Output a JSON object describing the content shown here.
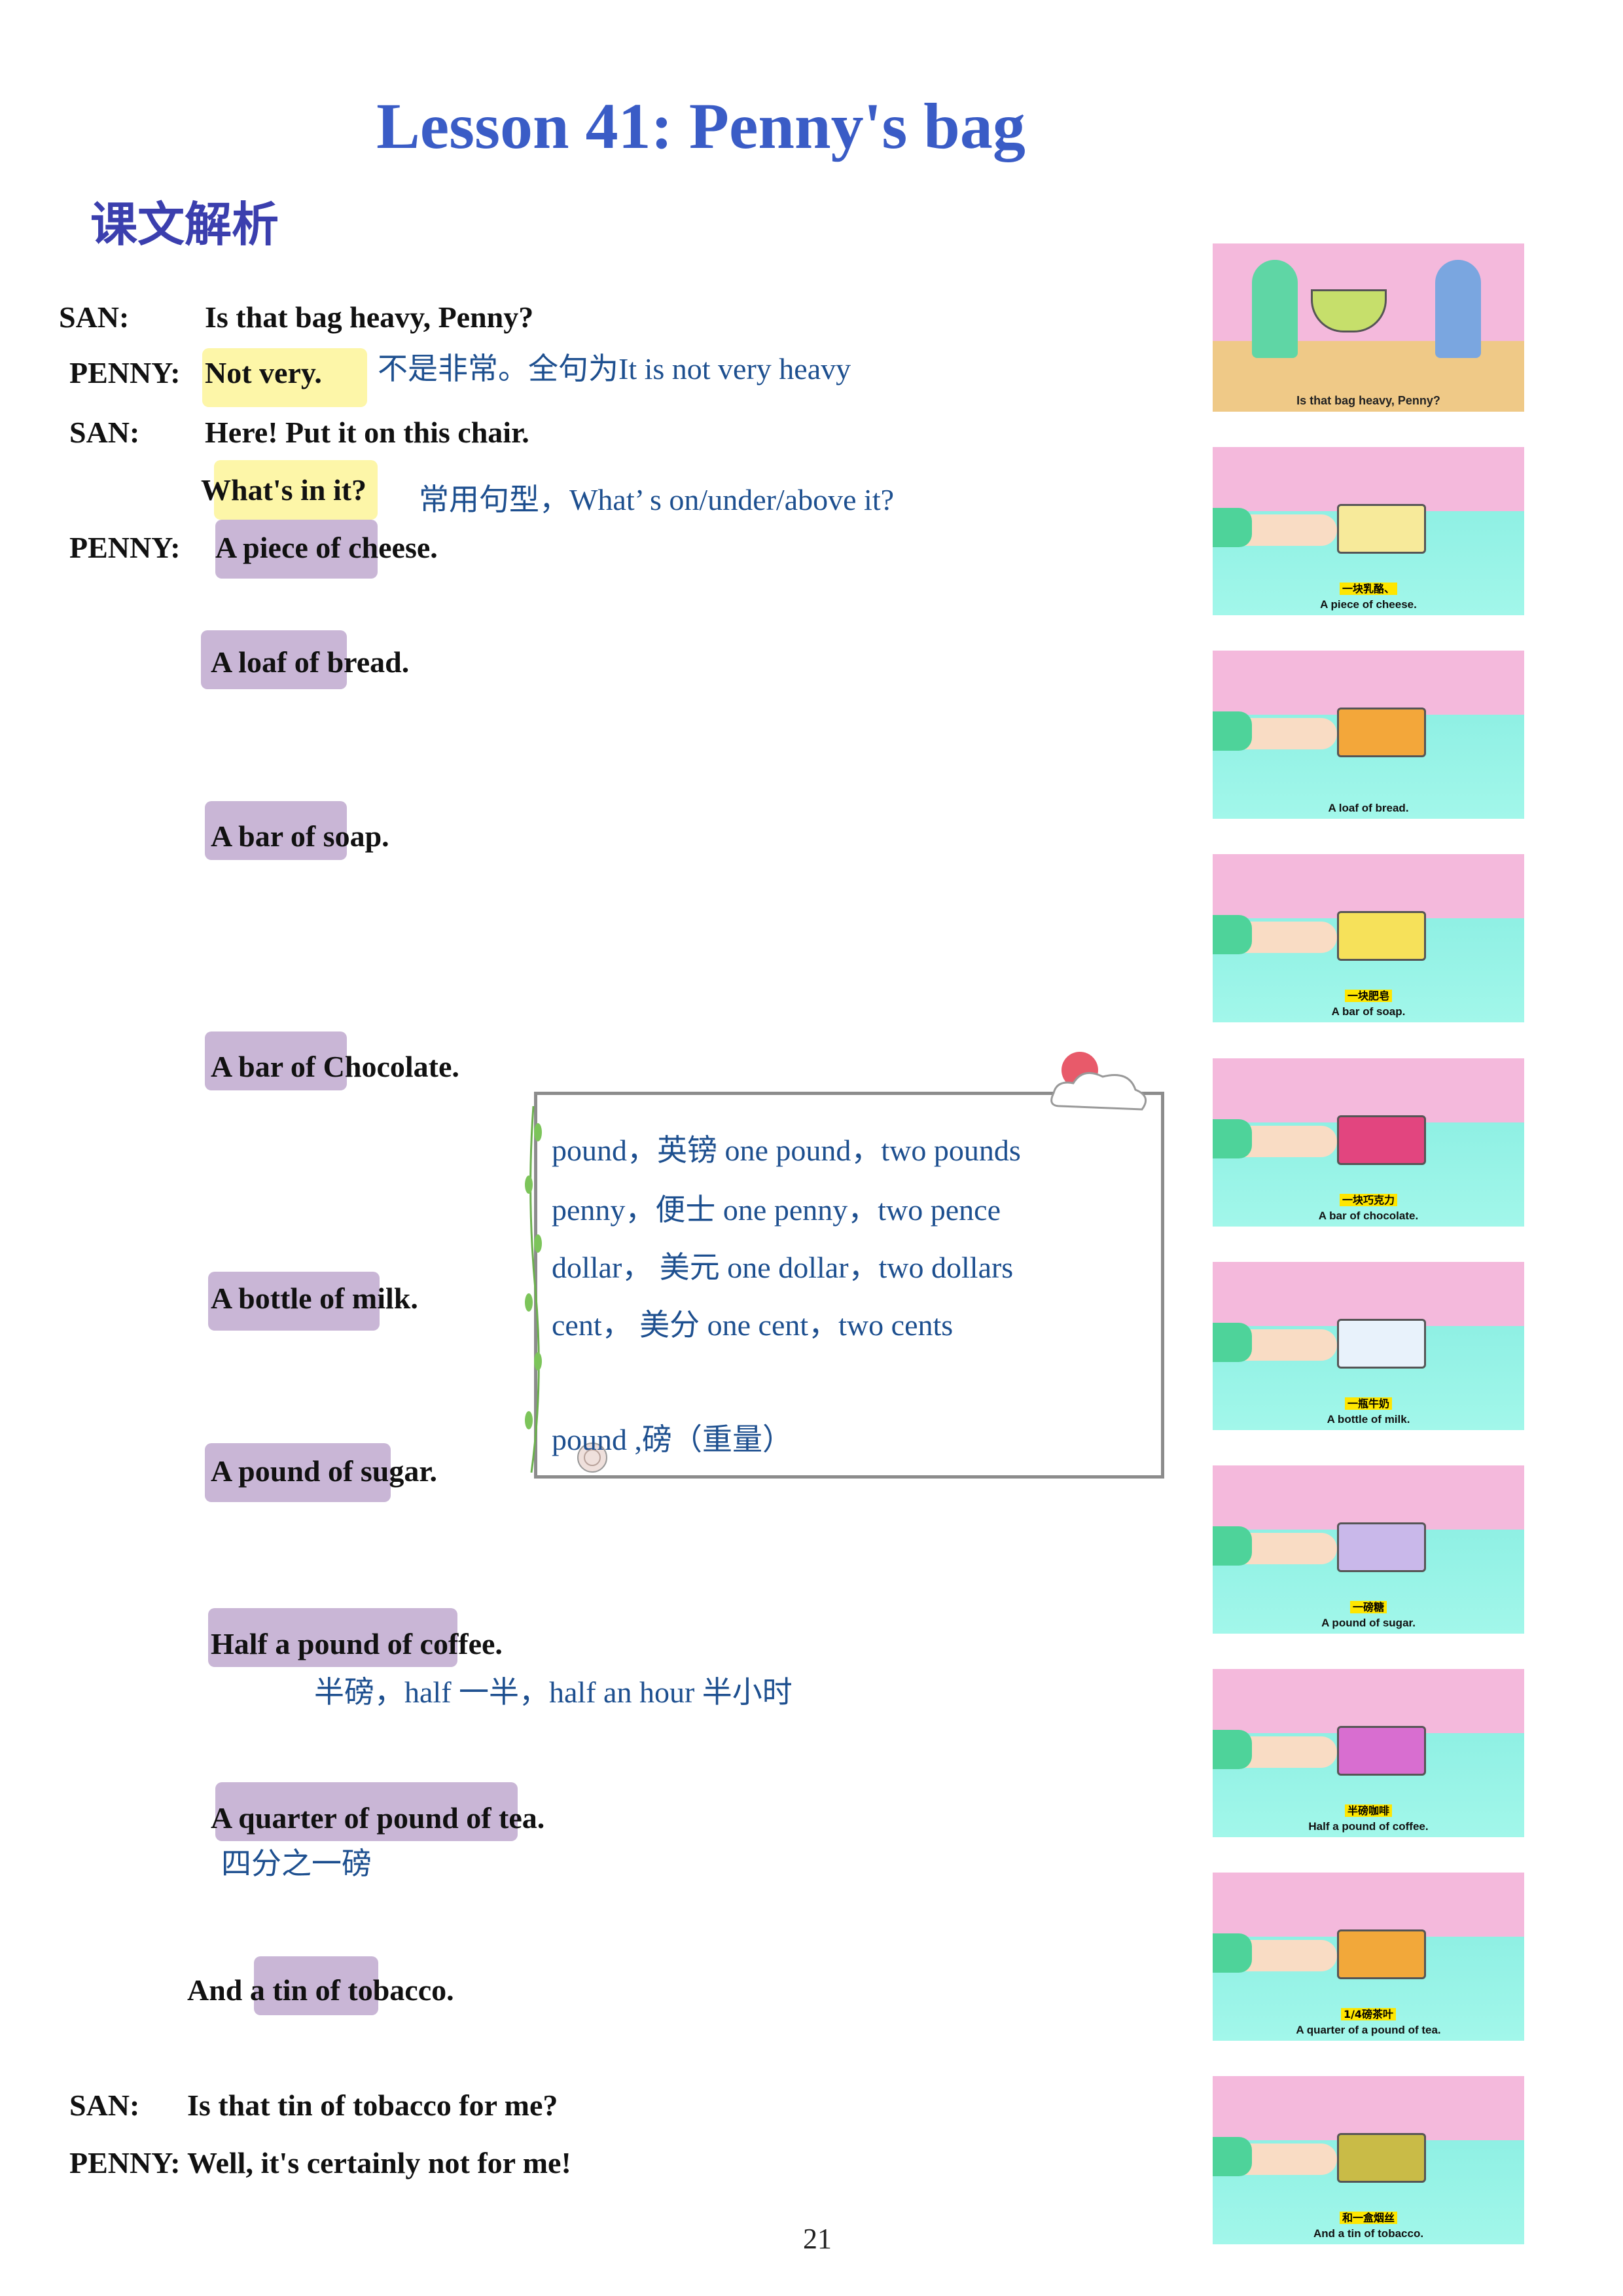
{
  "title": "Lesson 41: Penny's bag",
  "section": "课文解析",
  "dialogue": {
    "l1_speaker": "SAN:",
    "l1_text": "Is that bag heavy, Penny?",
    "l2_speaker": "PENNY:",
    "l2_text": "Not very.",
    "l2_note": "不是非常。全句为It is not very heavy",
    "l3_speaker": "SAN:",
    "l3_text": "Here! Put it on this chair.",
    "l4_text": "What's in it?",
    "l4_note": "常用句型，What’ s on/under/above it?",
    "l5_speaker": "PENNY:",
    "l5_text": "A piece of cheese.",
    "l6_text": "A loaf of bread.",
    "l7_text": "A bar of soap.",
    "l8_text": "A bar of Chocolate.",
    "l9_text": "A bottle of milk.",
    "l10_text": "A pound of sugar.",
    "l11_text": "Half a pound of coffee.",
    "l11_note": "半磅，half 一半，half an hour 半小时",
    "l12_text": "A quarter of pound of tea.",
    "l12_note": "四分之一磅",
    "l13_text": "And a tin of tobacco.",
    "l14_speaker": "SAN:",
    "l14_text": "Is that tin of tobacco for me?",
    "l15_speaker": "PENNY:",
    "l15_text": "Well, it's certainly not for me!"
  },
  "vocab_box": [
    "pound，英镑 one pound，two pounds",
    "penny，便士 one penny，two pence",
    "dollar，  美元 one dollar，two dollars",
    "cent，    美分 one cent，two cents",
    "pound ,磅（重量）"
  ],
  "pictures": [
    {
      "cn": "",
      "en": "Is that bag heavy, Penny?",
      "item_color": "#c6df6b"
    },
    {
      "cn": "一块乳酪、",
      "en": "A piece of cheese.",
      "item_color": "#f7ea9a"
    },
    {
      "cn": "",
      "en": "A loaf of bread.",
      "item_color": "#f3a73a"
    },
    {
      "cn": "一块肥皂",
      "en": "A bar of soap.",
      "item_color": "#f6e15a"
    },
    {
      "cn": "一块巧克力",
      "en": "A bar of chocolate.",
      "item_color": "#e2457f"
    },
    {
      "cn": "一瓶牛奶",
      "en": "A bottle of milk.",
      "item_color": "#e8f2fb"
    },
    {
      "cn": "一磅糖",
      "en": "A pound of sugar.",
      "item_color": "#c9b8ea"
    },
    {
      "cn": "半磅咖啡",
      "en": "Half a pound of coffee.",
      "item_color": "#d86ed0"
    },
    {
      "cn": "1/4磅茶叶",
      "en": "A quarter of a pound of tea.",
      "item_color": "#f2a83a"
    },
    {
      "cn": "和一盒烟丝",
      "en": "And a tin of tobacco.",
      "item_color": "#c9bb47"
    }
  ],
  "page_number": "21"
}
